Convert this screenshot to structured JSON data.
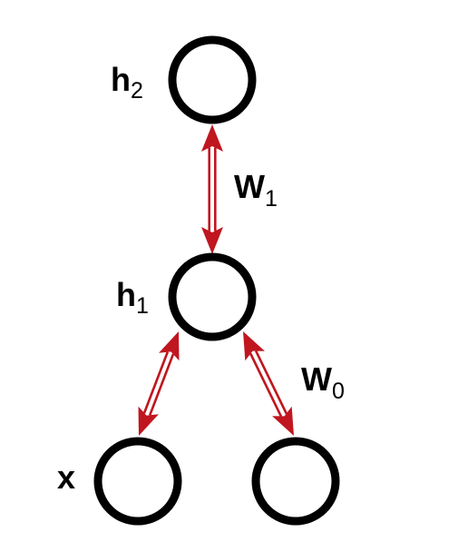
{
  "colors": {
    "node_stroke": "#000000",
    "arrow": "#c0161f",
    "background": "#ffffff"
  },
  "nodes": {
    "h2": {
      "main": "h",
      "sub": "2"
    },
    "h1": {
      "main": "h",
      "sub": "1"
    },
    "x": {
      "main": "x",
      "sub": ""
    }
  },
  "edges": {
    "w1": {
      "main": "W",
      "sub": "1"
    },
    "w0": {
      "main": "W",
      "sub": "0"
    }
  }
}
